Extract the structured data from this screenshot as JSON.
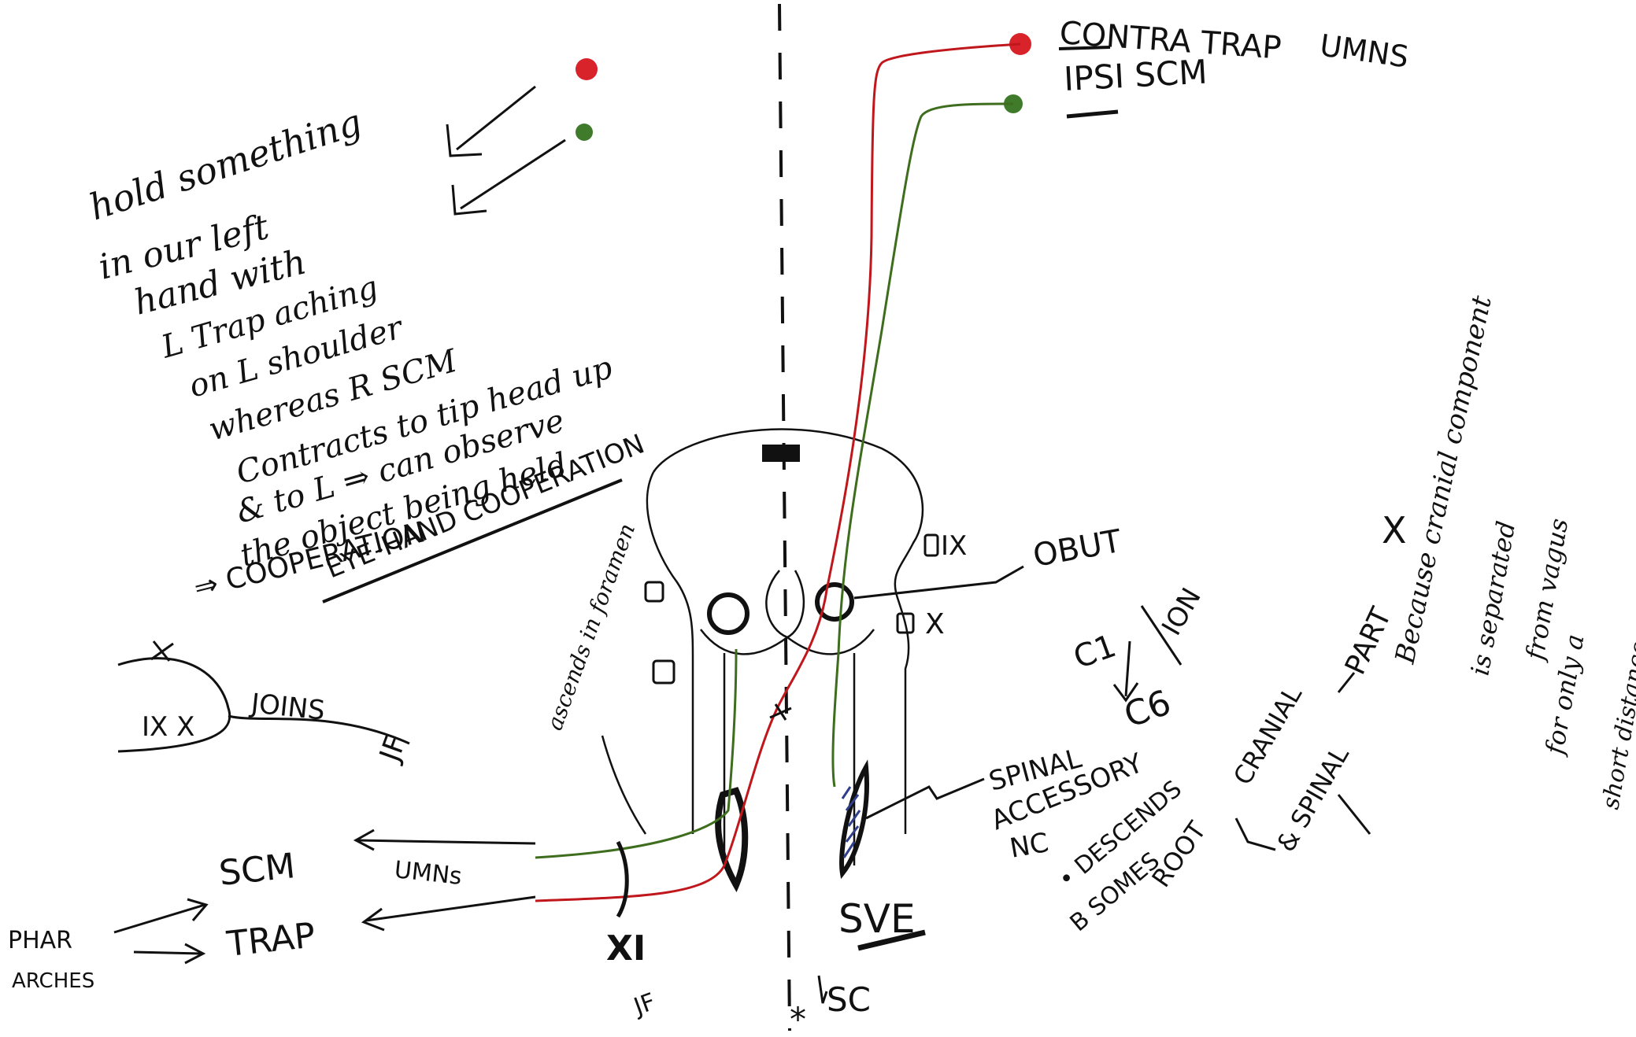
{
  "board": {
    "background": "#ffffff",
    "ink": "#111111",
    "red_pathway": "#c0171c",
    "green_pathway": "#3e6d1e",
    "hatch": "#2f3f8a"
  },
  "legend": {
    "red_label": "CONTRA TRAP",
    "green_label": "IPSI SCM",
    "umns": "UMNS"
  },
  "notes": {
    "line1": "hold something",
    "line2": "in our left",
    "line3": "hand with",
    "line4": "L Trap aching",
    "line5": "on L shoulder",
    "line6": "whereas R SCM",
    "line7": "Contracts to tip head up",
    "line8": "& to L ⇒ can observe",
    "line9": "the object being held",
    "line10": "⇒ COOPERATION",
    "line11": "EYE-HAND COOPERATION"
  },
  "junction": {
    "ix_x": "IX X",
    "joins": "JOINS",
    "jf": "JF",
    "cross": "+"
  },
  "medulla": {
    "ix": "IX",
    "x": "X",
    "obut": "OBUT",
    "ascends": "ascends in foramen"
  },
  "right": {
    "ion": "ION",
    "cn": "C1",
    "c6": "C6",
    "spinal_acc_1": "SPINAL",
    "spinal_acc_2": "ACCESSORY",
    "spinal_acc_3": "NC",
    "bullet_1": "• DESCENDS",
    "bullet_2": "B SOMES",
    "root": "ROOT",
    "cranial": "CRANIAL",
    "spinal": "& SPINAL",
    "part": "PART",
    "part_x": "X",
    "because": "Because cranial component",
    "because2": "is separated",
    "because3": "from vagus",
    "because4": "for only a",
    "because5": "short distance"
  },
  "bottom": {
    "scm": "SCM",
    "trap": "TRAP",
    "umns": "UMNs",
    "pharyngeal1": "PHAR",
    "pharyngeal2": "ARCHES",
    "xi": "XI",
    "jf": "JF",
    "sve": "SVE",
    "sc": "SC",
    "star": "*"
  }
}
